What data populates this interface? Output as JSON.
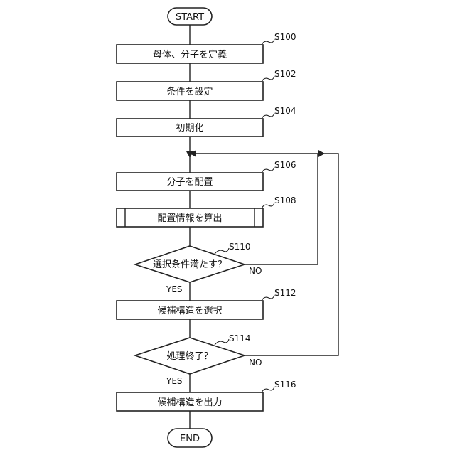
{
  "start_label": "START",
  "end_label": "END",
  "steps": {
    "s100": {
      "id": "S100",
      "text": "母体、分子を定義"
    },
    "s102": {
      "id": "S102",
      "text": "条件を設定"
    },
    "s104": {
      "id": "S104",
      "text": "初期化"
    },
    "s106": {
      "id": "S106",
      "text": "分子を配置"
    },
    "s108": {
      "id": "S108",
      "text": "配置情報を算出"
    },
    "s110": {
      "id": "S110",
      "text": "選択条件満たす？"
    },
    "s112": {
      "id": "S112",
      "text": "候補構造を選択"
    },
    "s114": {
      "id": "S114",
      "text": "処理終了？"
    },
    "s116": {
      "id": "S116",
      "text": "候補構造を出力"
    }
  },
  "branch_labels": {
    "yes_s110": "YES",
    "no_s110": "NO",
    "yes_s114": "YES",
    "no_s114": "NO"
  }
}
